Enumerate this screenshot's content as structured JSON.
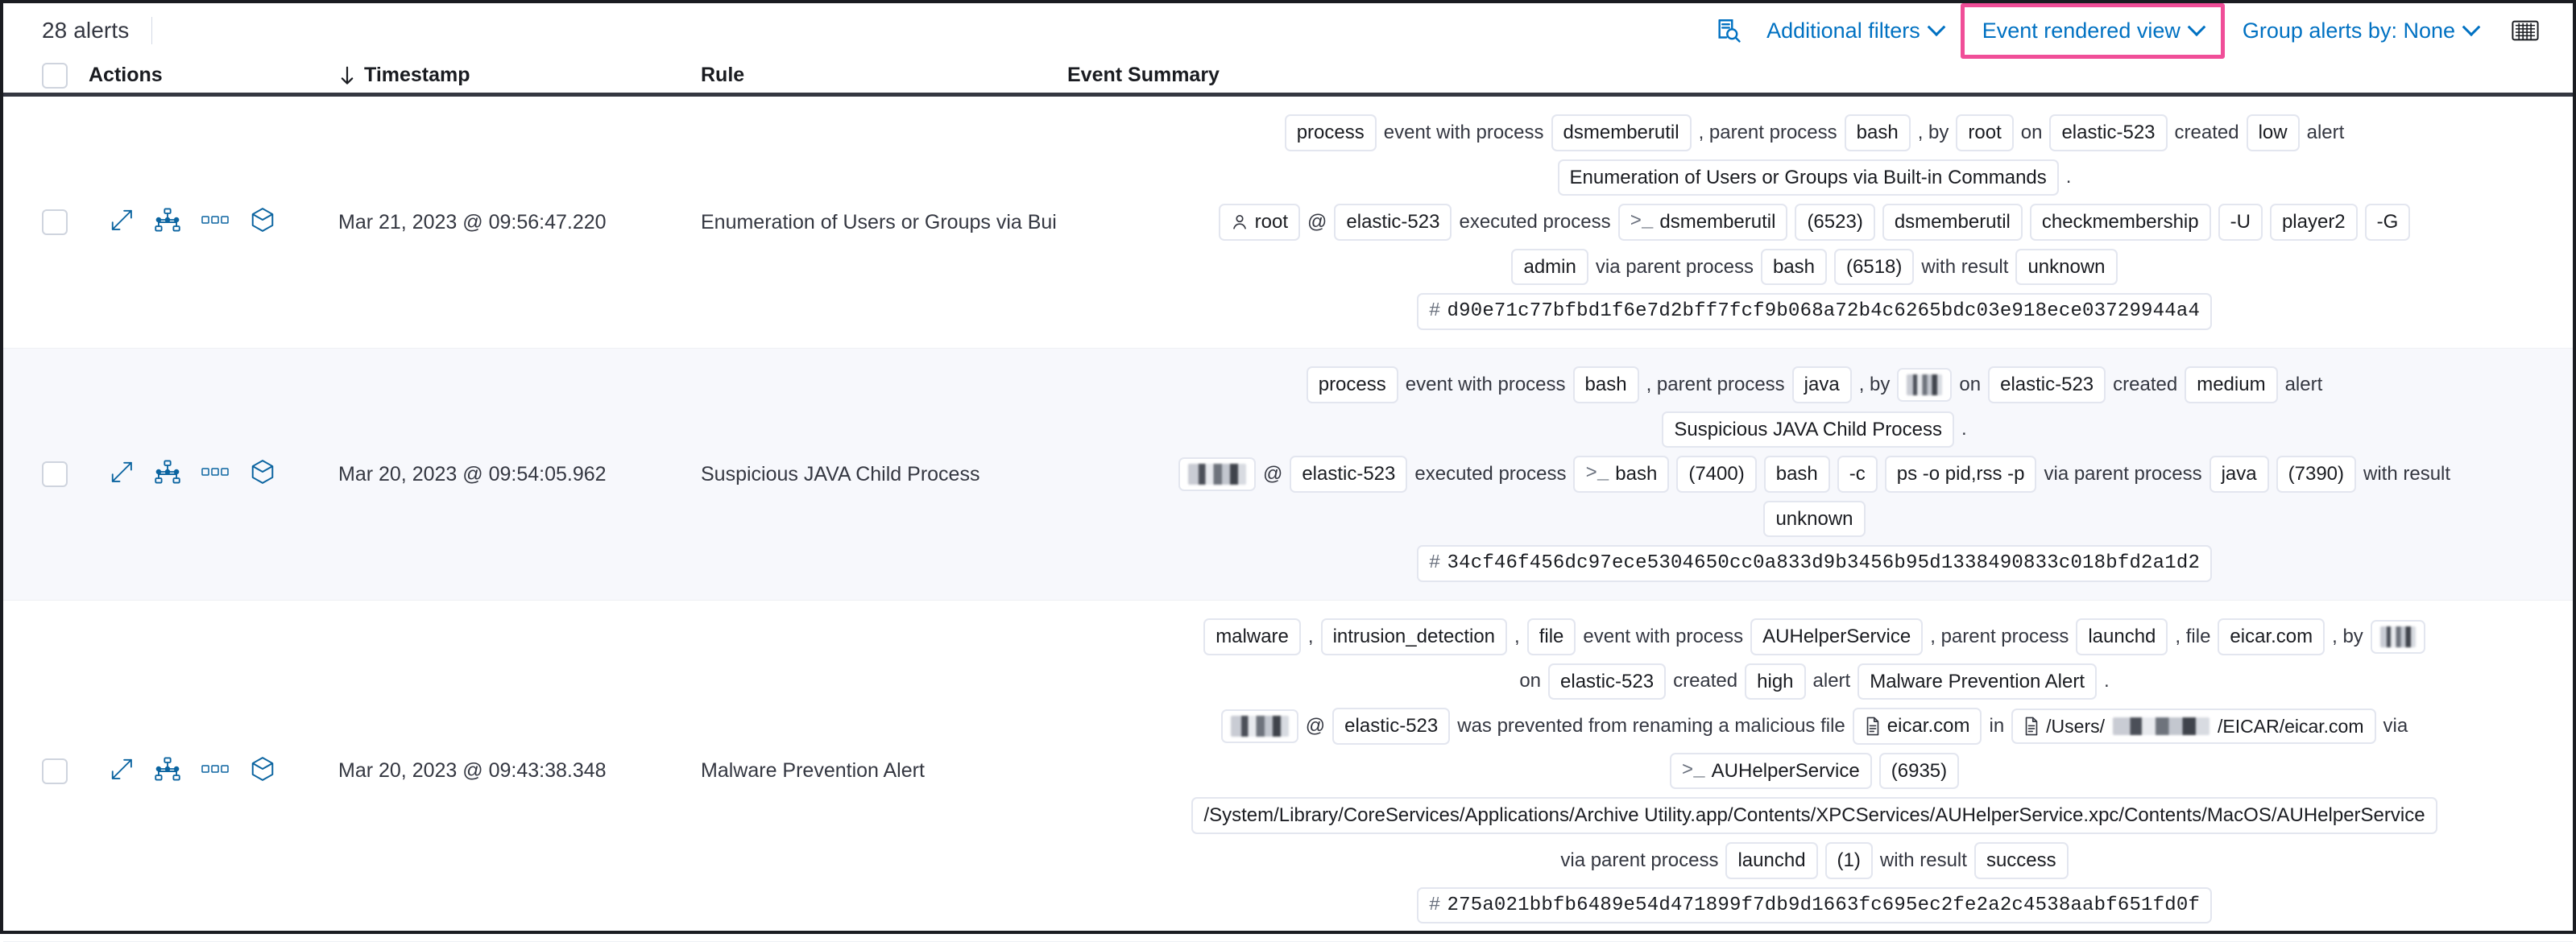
{
  "toolbar": {
    "alert_count": "28 alerts",
    "inspect_icon": "inspect-icon",
    "additional_filters_label": "Additional filters",
    "view_selector_label": "Event rendered view",
    "group_by_label": "Group alerts by: None",
    "fields_icon": "fields-browser-icon",
    "highlight_color": "#f04e98",
    "link_color": "#0071c2"
  },
  "table": {
    "columns": {
      "actions": "Actions",
      "timestamp": "Timestamp",
      "sort_icon": "sort-desc-arrow-icon",
      "rule": "Rule",
      "event_summary": "Event Summary"
    },
    "row_actions": [
      "expand-details-icon",
      "analyze-event-icon",
      "more-actions-icon",
      "session-view-icon"
    ],
    "rows": [
      {
        "timestamp": "Mar 21, 2023 @ 09:56:47.220",
        "rule": "Enumeration of Users or Groups via Bui",
        "summary_lines": [
          [
            {
              "t": "chip",
              "v": "process"
            },
            {
              "t": "text",
              "v": "event with process"
            },
            {
              "t": "chip",
              "v": "dsmemberutil"
            },
            {
              "t": "text",
              "v": ", parent process"
            },
            {
              "t": "chip",
              "v": "bash"
            },
            {
              "t": "text",
              "v": ", by"
            },
            {
              "t": "chip",
              "v": "root"
            },
            {
              "t": "text",
              "v": "on"
            },
            {
              "t": "chip",
              "v": "elastic-523"
            },
            {
              "t": "text",
              "v": "created"
            },
            {
              "t": "chip",
              "v": "low"
            },
            {
              "t": "text",
              "v": "alert"
            }
          ],
          [
            {
              "t": "chip",
              "v": "Enumeration of Users or Groups via Built-in Commands"
            },
            {
              "t": "text",
              "v": "."
            }
          ],
          [
            {
              "t": "chip",
              "v": "root",
              "icon": "user-icon"
            },
            {
              "t": "text",
              "v": "@"
            },
            {
              "t": "chip",
              "v": "elastic-523"
            },
            {
              "t": "text",
              "v": "executed process"
            },
            {
              "t": "chip",
              "v": "dsmemberutil",
              "icon": "console-icon"
            },
            {
              "t": "chip",
              "v": "(6523)"
            },
            {
              "t": "chip",
              "v": "dsmemberutil"
            },
            {
              "t": "chip",
              "v": "checkmembership"
            },
            {
              "t": "chip",
              "v": "-U"
            },
            {
              "t": "chip",
              "v": "player2"
            },
            {
              "t": "chip",
              "v": "-G"
            }
          ],
          [
            {
              "t": "chip",
              "v": "admin"
            },
            {
              "t": "text",
              "v": "via parent process"
            },
            {
              "t": "chip",
              "v": "bash"
            },
            {
              "t": "chip",
              "v": "(6518)"
            },
            {
              "t": "text",
              "v": "with result"
            },
            {
              "t": "chip",
              "v": "unknown"
            }
          ],
          [
            {
              "t": "hash",
              "v": "d90e71c77bfbd1f6e7d2bff7fcf9b068a72b4c6265bdc03e918ece03729944a4"
            }
          ]
        ]
      },
      {
        "timestamp": "Mar 20, 2023 @ 09:54:05.962",
        "rule": "Suspicious JAVA Child Process",
        "summary_lines": [
          [
            {
              "t": "chip",
              "v": "process"
            },
            {
              "t": "text",
              "v": "event with process"
            },
            {
              "t": "chip",
              "v": "bash"
            },
            {
              "t": "text",
              "v": ", parent process"
            },
            {
              "t": "chip",
              "v": "java"
            },
            {
              "t": "text",
              "v": ", by"
            },
            {
              "t": "redact",
              "v": ""
            },
            {
              "t": "text",
              "v": "on"
            },
            {
              "t": "chip",
              "v": "elastic-523"
            },
            {
              "t": "text",
              "v": "created"
            },
            {
              "t": "chip",
              "v": "medium"
            },
            {
              "t": "text",
              "v": "alert"
            }
          ],
          [
            {
              "t": "chip",
              "v": "Suspicious JAVA Child Process"
            },
            {
              "t": "text",
              "v": "."
            }
          ],
          [
            {
              "t": "redact",
              "v": "",
              "wide": true
            },
            {
              "t": "text",
              "v": "@"
            },
            {
              "t": "chip",
              "v": "elastic-523"
            },
            {
              "t": "text",
              "v": "executed process"
            },
            {
              "t": "chip",
              "v": "bash",
              "icon": "console-icon"
            },
            {
              "t": "chip",
              "v": "(7400)"
            },
            {
              "t": "chip",
              "v": "bash"
            },
            {
              "t": "chip",
              "v": "-c"
            },
            {
              "t": "chip",
              "v": "ps -o pid,rss -p"
            },
            {
              "t": "text",
              "v": "via parent process"
            },
            {
              "t": "chip",
              "v": "java"
            },
            {
              "t": "chip",
              "v": "(7390)"
            },
            {
              "t": "text",
              "v": "with result"
            }
          ],
          [
            {
              "t": "chip",
              "v": "unknown"
            }
          ],
          [
            {
              "t": "hash",
              "v": "34cf46f456dc97ece5304650cc0a833d9b3456b95d1338490833c018bfd2a1d2"
            }
          ]
        ]
      },
      {
        "timestamp": "Mar 20, 2023 @ 09:43:38.348",
        "rule": "Malware Prevention Alert",
        "summary_lines": [
          [
            {
              "t": "chip",
              "v": "malware"
            },
            {
              "t": "text",
              "v": ","
            },
            {
              "t": "chip",
              "v": "intrusion_detection"
            },
            {
              "t": "text",
              "v": ","
            },
            {
              "t": "chip",
              "v": "file"
            },
            {
              "t": "text",
              "v": "event with process"
            },
            {
              "t": "chip",
              "v": "AUHelperService"
            },
            {
              "t": "text",
              "v": ", parent process"
            },
            {
              "t": "chip",
              "v": "launchd"
            },
            {
              "t": "text",
              "v": ", file"
            },
            {
              "t": "chip",
              "v": "eicar.com"
            },
            {
              "t": "text",
              "v": ", by"
            },
            {
              "t": "redact",
              "v": ""
            }
          ],
          [
            {
              "t": "text",
              "v": "on"
            },
            {
              "t": "chip",
              "v": "elastic-523"
            },
            {
              "t": "text",
              "v": "created"
            },
            {
              "t": "chip",
              "v": "high"
            },
            {
              "t": "text",
              "v": "alert"
            },
            {
              "t": "chip",
              "v": "Malware Prevention Alert"
            },
            {
              "t": "text",
              "v": "."
            }
          ],
          [
            {
              "t": "redact",
              "v": "",
              "wide": true
            },
            {
              "t": "text",
              "v": "@"
            },
            {
              "t": "chip",
              "v": "elastic-523"
            },
            {
              "t": "text",
              "v": "was prevented from renaming a malicious file"
            },
            {
              "t": "chip",
              "v": "eicar.com",
              "icon": "file-icon"
            },
            {
              "t": "text",
              "v": "in"
            },
            {
              "t": "chip-path",
              "pre": "/Users/",
              "post": "/EICAR/eicar.com",
              "icon": "file-icon"
            },
            {
              "t": "text",
              "v": "via"
            }
          ],
          [
            {
              "t": "chip",
              "v": "AUHelperService",
              "icon": "console-icon"
            },
            {
              "t": "chip",
              "v": "(6935)"
            }
          ],
          [
            {
              "t": "chip",
              "v": "/System/Library/CoreServices/Applications/Archive Utility.app/Contents/XPCServices/AUHelperService.xpc/Contents/MacOS/AUHelperService"
            }
          ],
          [
            {
              "t": "text",
              "v": "via parent process"
            },
            {
              "t": "chip",
              "v": "launchd"
            },
            {
              "t": "chip",
              "v": "(1)"
            },
            {
              "t": "text",
              "v": "with result"
            },
            {
              "t": "chip",
              "v": "success"
            }
          ],
          [
            {
              "t": "hash",
              "v": "275a021bbfb6489e54d471899f7db9d1663fc695ec2fe2a2c4538aabf651fd0f"
            }
          ]
        ]
      }
    ]
  }
}
